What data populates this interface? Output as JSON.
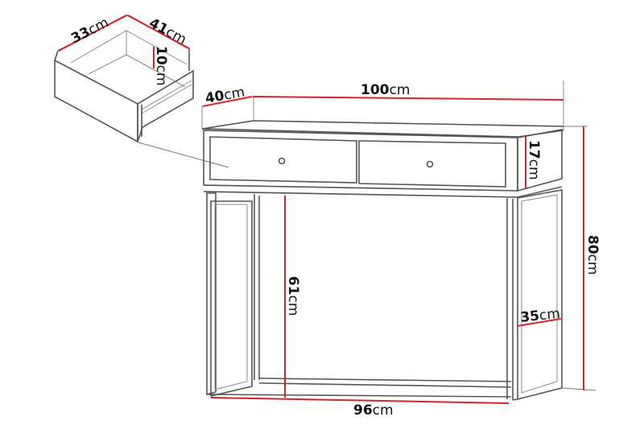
{
  "diagram": {
    "subject": "console table with two drawers",
    "unit": "cm",
    "colors": {
      "outline": "#555555",
      "dimension_line": "#d4242b",
      "label_text": "#111111",
      "background": "#ffffff"
    },
    "drawer_detail": {
      "width": {
        "value": "33",
        "unit": "cm"
      },
      "depth": {
        "value": "41",
        "unit": "cm"
      },
      "height": {
        "value": "10",
        "unit": "cm"
      }
    },
    "table": {
      "depth": {
        "value": "40",
        "unit": "cm"
      },
      "width": {
        "value": "100",
        "unit": "cm"
      },
      "drawer_height": {
        "value": "17",
        "unit": "cm"
      },
      "total_height": {
        "value": "80",
        "unit": "cm"
      },
      "leg_clearance": {
        "value": "61",
        "unit": "cm"
      },
      "frame_depth": {
        "value": "35",
        "unit": "cm"
      },
      "frame_width": {
        "value": "96",
        "unit": "cm"
      }
    }
  }
}
